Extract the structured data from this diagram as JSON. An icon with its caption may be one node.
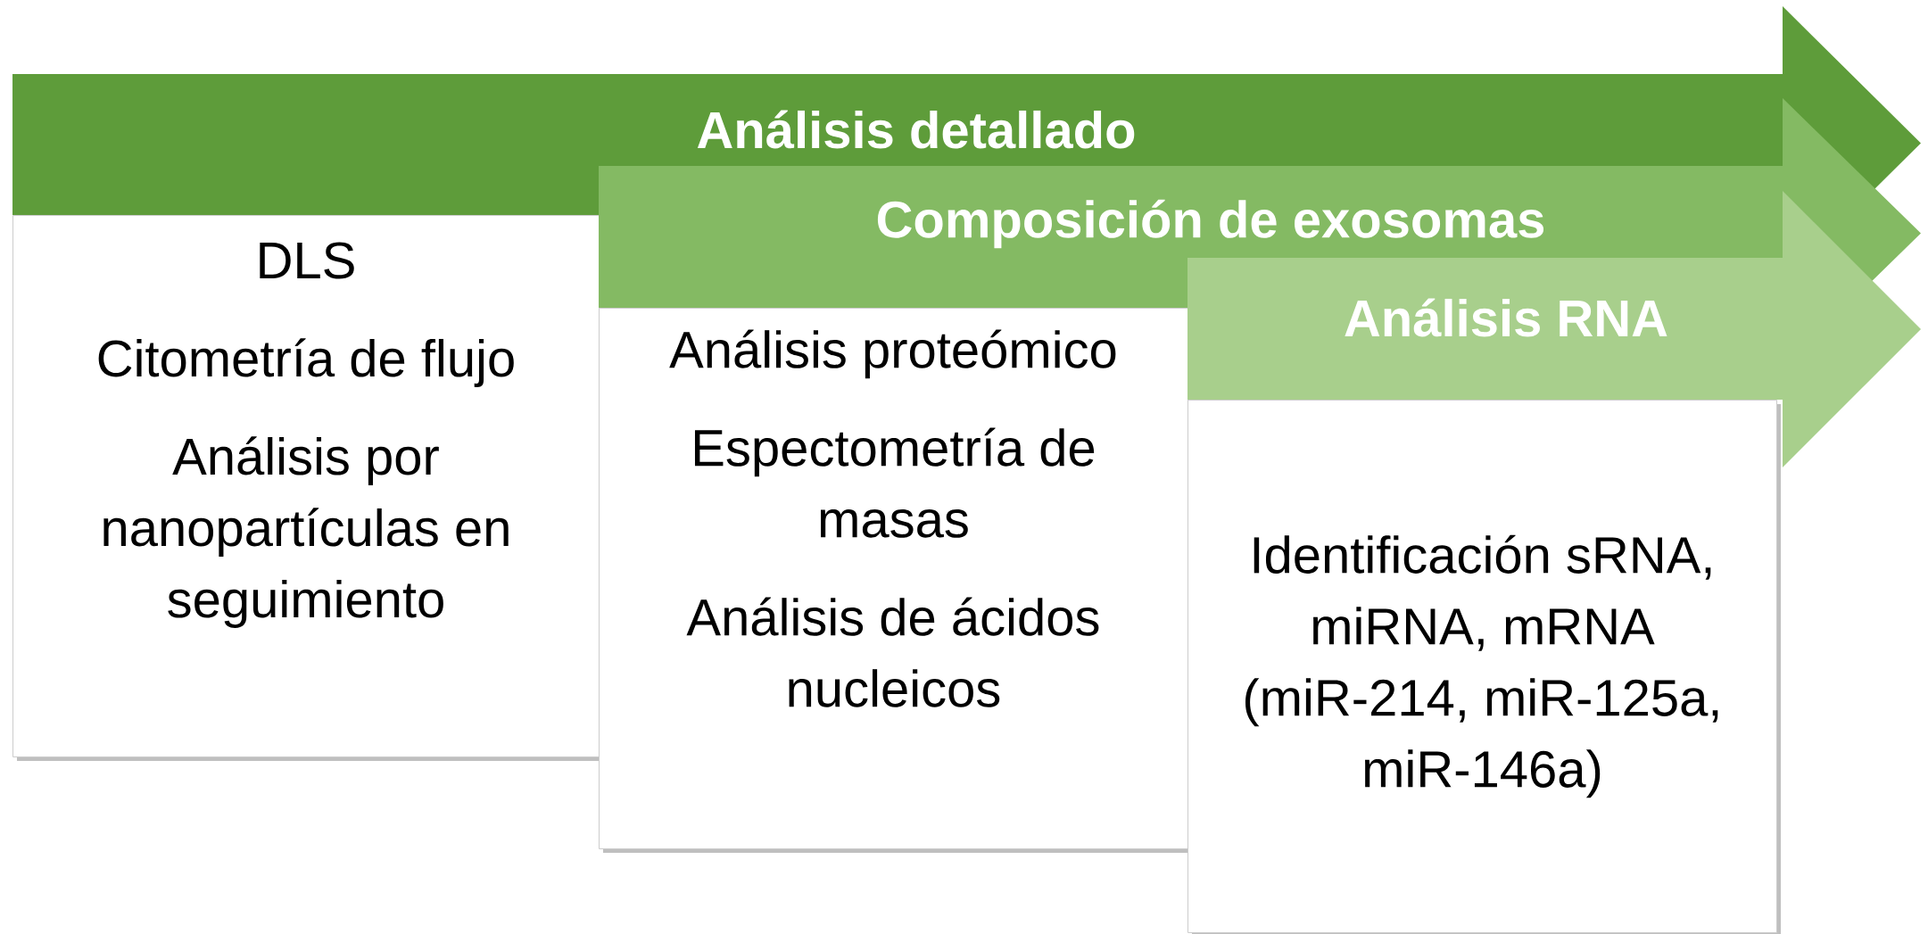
{
  "diagram": {
    "nodes": [
      {
        "text": [
          "Análisis detallado"
        ]
      },
      {
        "text": [
          "DLS",
          "Citometría de flujo",
          "Análisis por nanopartículas en seguimiento"
        ]
      },
      {
        "text": [
          "Composición de exosomas"
        ]
      },
      {
        "text": [
          "Análisis proteómico",
          "Espectometría de masas",
          "Análisis de ácidos nucleicos"
        ]
      },
      {
        "text": [
          "Análisis RNA"
        ]
      },
      {
        "text": [
          "Identificación sRNA, miRNA, mRNA (miR-214, miR-125a, miR-146a)"
        ]
      }
    ]
  }
}
